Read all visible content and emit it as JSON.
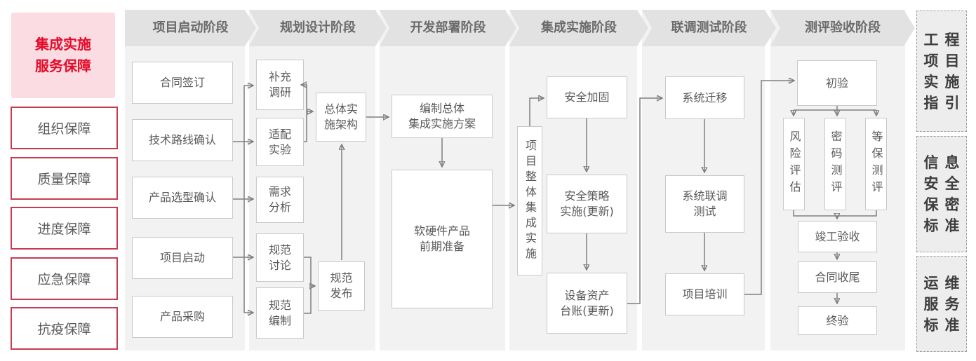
{
  "sidebar_left": {
    "title": "集成实施\n服务保障",
    "items": [
      "组织保障",
      "质量保障",
      "进度保障",
      "应急保障",
      "抗疫保障"
    ]
  },
  "columns": [
    {
      "header": "项目启动阶段",
      "boxes": [
        "合同签订",
        "技术路线确认",
        "产品选型确认",
        "项目启动",
        "产品采购"
      ]
    },
    {
      "header": "规划设计阶段",
      "boxes": [
        "补充\n调研",
        "适配\n实验",
        "需求\n分析",
        "规范\n讨论",
        "规范\n编制",
        "总体实\n施架构",
        "规范\n发布"
      ]
    },
    {
      "header": "开发部署阶段",
      "boxes": [
        "编制总体\n集成实施方案",
        "软硬件产品\n前期准备"
      ]
    },
    {
      "header": "集成实施阶段",
      "boxes": [
        "项目整体集成实施",
        "安全加固",
        "安全策略\n实施(更新)",
        "设备资产\n台账(更新)"
      ]
    },
    {
      "header": "联调测试阶段",
      "boxes": [
        "系统迁移",
        "系统联调\n测试",
        "项目培训"
      ]
    },
    {
      "header": "测评验收阶段",
      "boxes": [
        "初验",
        "风险评估",
        "密码测评",
        "等保测评",
        "竣工验收",
        "合同收尾",
        "终验"
      ]
    }
  ],
  "sidebar_right": {
    "items": [
      "工程\n项目\n实施\n指引",
      "信息\n安全\n保密\n标准",
      "运维\n服务\n标准"
    ]
  },
  "colors": {
    "accent_red": "#e60a28",
    "pink_bg": "#fadce2",
    "red_border": "#c83c50",
    "column_bg": "#f2f2f2",
    "header_bg": "#e2e2e2",
    "header_text": "#6a6a6a",
    "box_border": "#c9c9c9",
    "box_text": "#595959",
    "connector": "#7f7f7f",
    "side_bg": "#ededed",
    "side_border": "#9e9e9e",
    "side_text": "#3d3d3d"
  }
}
